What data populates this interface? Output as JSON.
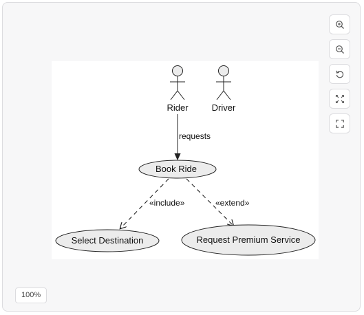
{
  "toolbar": {
    "zoom_in_icon": "zoom-in-icon",
    "zoom_out_icon": "zoom-out-icon",
    "reset_icon": "rotate-ccw-icon",
    "fit_icon": "fit-to-screen-icon",
    "fullscreen_icon": "fullscreen-icon"
  },
  "zoom_level": "100%",
  "diagram": {
    "actors": [
      {
        "id": "rider",
        "label": "Rider"
      },
      {
        "id": "driver",
        "label": "Driver"
      }
    ],
    "use_cases": [
      {
        "id": "book-ride",
        "label": "Book Ride"
      },
      {
        "id": "select-destination",
        "label": "Select Destination"
      },
      {
        "id": "request-premium",
        "label": "Request Premium Service"
      }
    ],
    "relations": [
      {
        "from": "rider",
        "to": "book-ride",
        "label": "requests",
        "style": "solid"
      },
      {
        "from": "book-ride",
        "to": "select-destination",
        "label": "«include»",
        "style": "dashed"
      },
      {
        "from": "book-ride",
        "to": "request-premium",
        "label": "«extend»",
        "style": "dashed"
      }
    ]
  },
  "colors": {
    "ellipse_fill": "#ececec",
    "stroke": "#222222",
    "viewer_bg": "#f7f7f8"
  }
}
